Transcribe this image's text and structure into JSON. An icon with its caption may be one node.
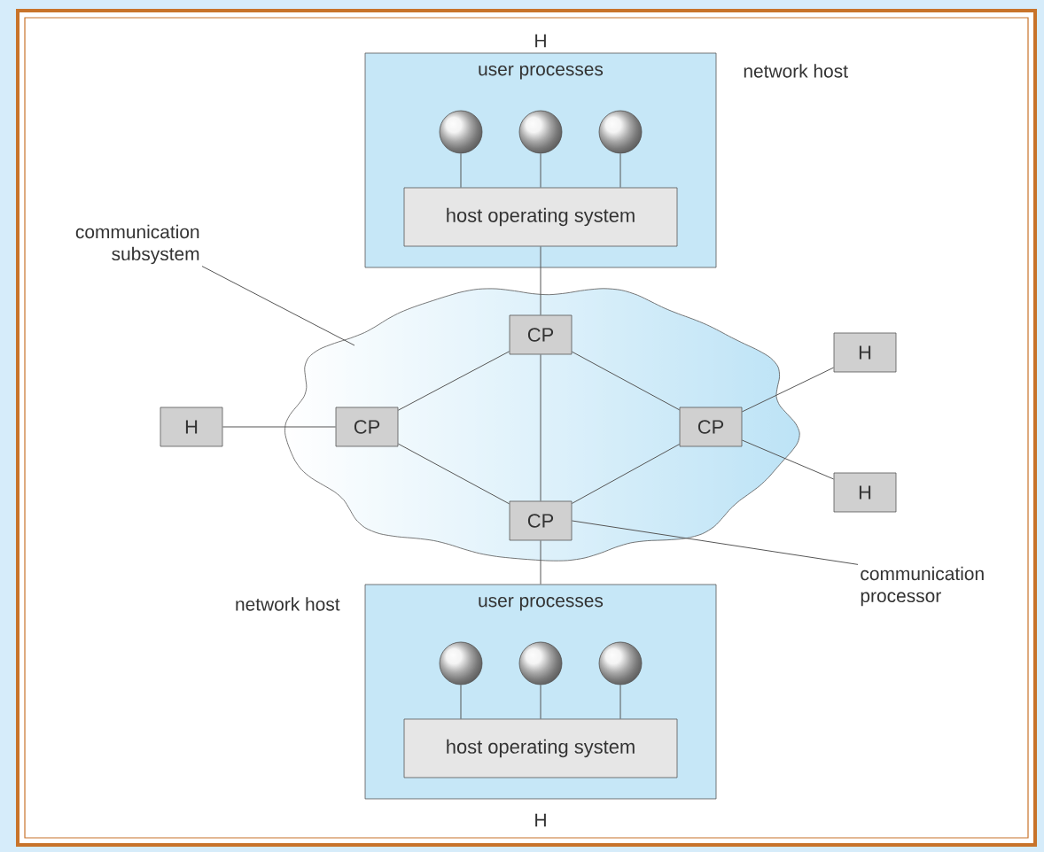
{
  "diagram": {
    "nodes": [
      {
        "text": [
          "H",
          "user processes"
        ],
        "beside": [
          "network host"
        ]
      },
      {
        "text": [],
        "shape": "circle",
        "in": 0
      },
      {
        "text": [],
        "shape": "circle",
        "in": 0
      },
      {
        "text": [],
        "shape": "circle",
        "in": 0
      },
      {
        "text": [
          "host operating system"
        ],
        "in": 0
      },
      {
        "text": [],
        "shape": "cloud"
      },
      {
        "text": [
          "CP"
        ],
        "in": 5
      },
      {
        "text": [
          "CP"
        ],
        "in": 5
      },
      {
        "text": [
          "CP"
        ],
        "in": 5
      },
      {
        "text": [
          "CP"
        ],
        "in": 5
      },
      {
        "text": [
          "H"
        ]
      },
      {
        "text": [
          "H"
        ]
      },
      {
        "text": [
          "H"
        ]
      },
      {
        "text": [
          "user processes",
          "H"
        ],
        "beside": [
          "network host"
        ]
      },
      {
        "text": [],
        "shape": "circle",
        "in": 13
      },
      {
        "text": [],
        "shape": "circle",
        "in": 13
      },
      {
        "text": [],
        "shape": "circle",
        "in": 13
      },
      {
        "text": [
          "host operating system"
        ],
        "in": 13
      },
      {
        "text": [
          "communication subsystem"
        ]
      },
      {
        "text": [
          "communication processor"
        ]
      }
    ],
    "edges": [
      {
        "from": 1,
        "to": 4,
        "arrow": "none"
      },
      {
        "from": 2,
        "to": 4,
        "arrow": "none"
      },
      {
        "from": 3,
        "to": 4,
        "arrow": "none"
      },
      {
        "from": 4,
        "to": 6,
        "arrow": "none"
      },
      {
        "from": 6,
        "to": 7,
        "arrow": "none"
      },
      {
        "from": 6,
        "to": 8,
        "arrow": "none"
      },
      {
        "from": 6,
        "to": 9,
        "arrow": "none"
      },
      {
        "from": 10,
        "to": 7,
        "arrow": "none"
      },
      {
        "from": 7,
        "to": 9,
        "arrow": "none"
      },
      {
        "from": 8,
        "to": 9,
        "arrow": "none"
      },
      {
        "from": 8,
        "to": 11,
        "arrow": "none"
      },
      {
        "from": 8,
        "to": 12,
        "arrow": "none"
      },
      {
        "from": 9,
        "to": 13,
        "arrow": "none"
      },
      {
        "from": 14,
        "to": 17,
        "arrow": "none"
      },
      {
        "from": 15,
        "to": 17,
        "arrow": "none"
      },
      {
        "from": 16,
        "to": 17,
        "arrow": "none"
      },
      {
        "from": 18,
        "to": 5,
        "arrow": "none"
      },
      {
        "from": 19,
        "to": 9,
        "arrow": "none"
      }
    ]
  }
}
